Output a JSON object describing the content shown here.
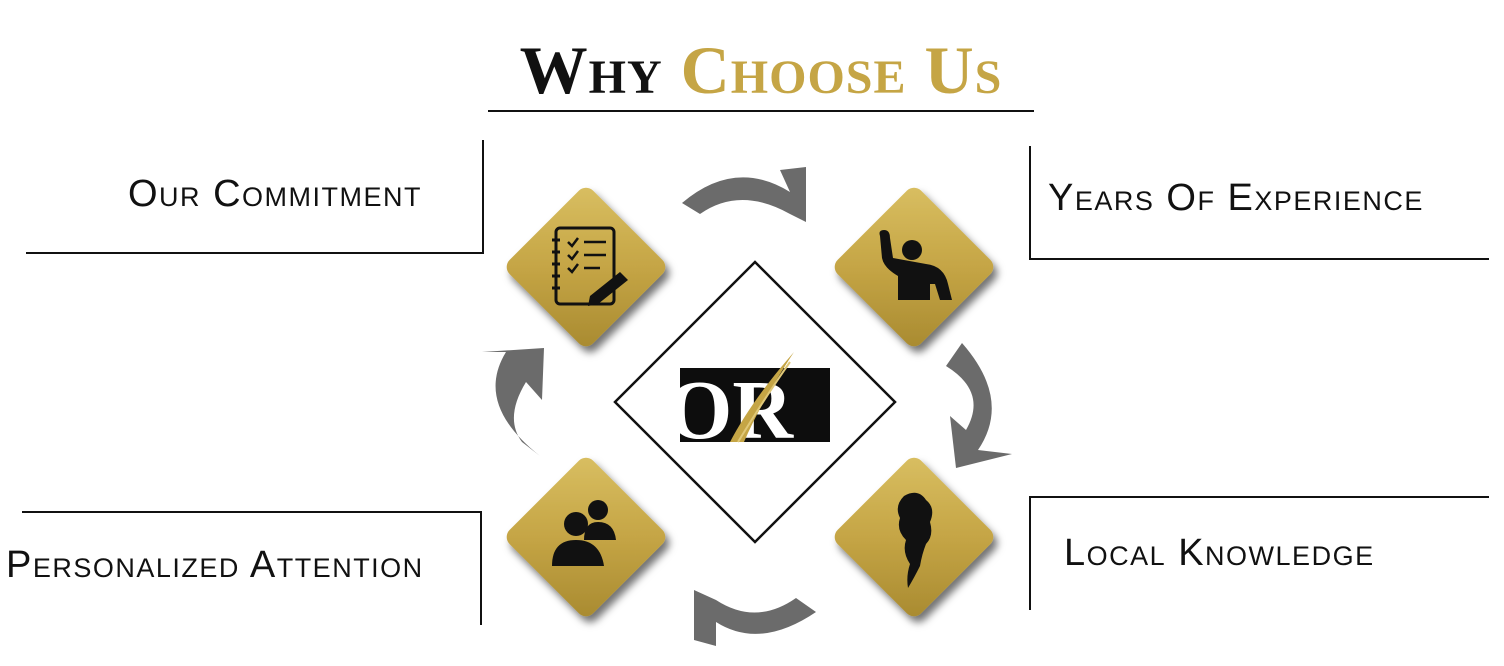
{
  "title": {
    "part1": "Why",
    "part2": "Choose Us"
  },
  "items": [
    {
      "label": "Our Commitment",
      "icon": "checklist-icon"
    },
    {
      "label": "Years Of Experience",
      "icon": "person-raising-hand-icon"
    },
    {
      "label": "Local Knowledge",
      "icon": "map-region-icon"
    },
    {
      "label": "Personalized Attention",
      "icon": "users-icon"
    }
  ],
  "logo": {
    "letters": "OR"
  },
  "colors": {
    "gold": "#c5a545",
    "gold_dark": "#8e7425",
    "arrow": "#6b6b6b",
    "text": "#111111"
  }
}
